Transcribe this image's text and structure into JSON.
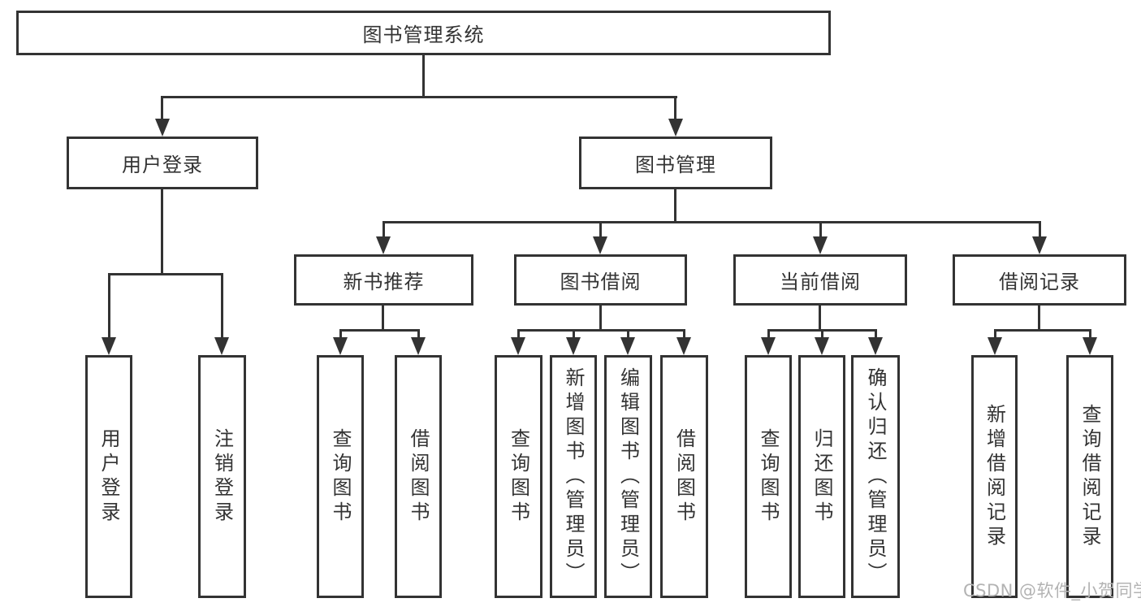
{
  "diagram": {
    "root": {
      "label": "图书管理系统",
      "children": [
        {
          "label": "用户登录",
          "children": [
            {
              "label": "用户登录"
            },
            {
              "label": "注销登录"
            }
          ]
        },
        {
          "label": "图书管理",
          "children": [
            {
              "label": "新书推荐",
              "children": [
                {
                  "label": "查询图书"
                },
                {
                  "label": "借阅图书"
                }
              ]
            },
            {
              "label": "图书借阅",
              "children": [
                {
                  "label": "查询图书"
                },
                {
                  "label": "新增图书（管理员）"
                },
                {
                  "label": "编辑图书（管理员）"
                },
                {
                  "label": "借阅图书"
                }
              ]
            },
            {
              "label": "当前借阅",
              "children": [
                {
                  "label": "查询图书"
                },
                {
                  "label": "归还图书"
                },
                {
                  "label": "确认归还（管理员）"
                }
              ]
            },
            {
              "label": "借阅记录",
              "children": [
                {
                  "label": "新增借阅记录"
                },
                {
                  "label": "查询借阅记录"
                }
              ]
            }
          ]
        }
      ]
    }
  },
  "watermark": {
    "text": "CSDN @软件_小贺同学",
    "color": "#b3b3b3"
  },
  "colors": {
    "line": "#333333",
    "text": "#333333",
    "background": "#ffffff"
  }
}
